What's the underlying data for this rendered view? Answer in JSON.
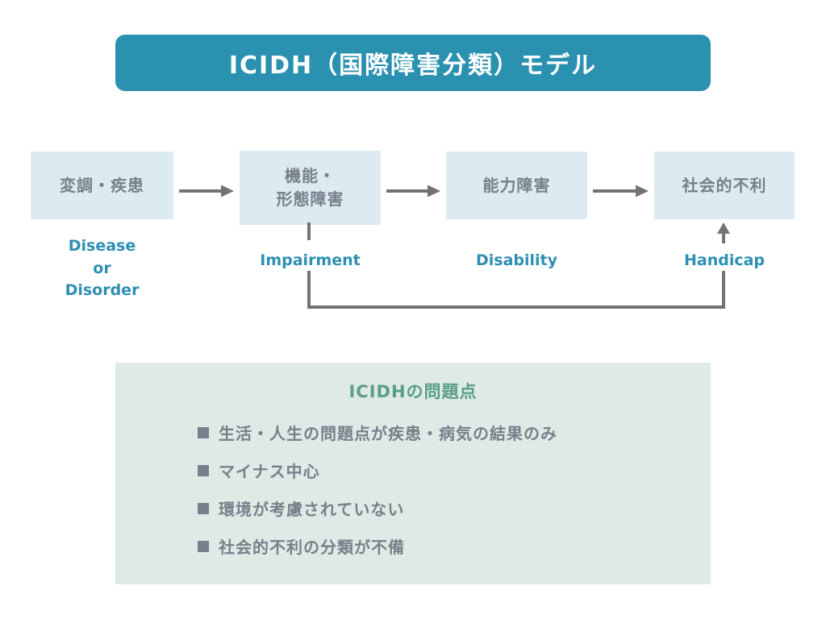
{
  "header": {
    "title": "ICIDH（国際障害分類）モデル",
    "bg_color": "#2b91b0",
    "text_color": "#ffffff"
  },
  "flow": {
    "box_fill": "#dceaf1",
    "box_text_color": "#77808a",
    "eng_label_color": "#2e8fb3",
    "arrow_color": "#737373",
    "boxes": [
      {
        "jp": "変調・疾患",
        "en": "Disease\nor\nDisorder"
      },
      {
        "jp": "機能・\n形態障害",
        "en": "Impairment"
      },
      {
        "jp": "能力障害",
        "en": "Disability"
      },
      {
        "jp": "社会的不利",
        "en": "Handicap"
      }
    ],
    "arrow_icons": [
      "arrow-right-icon",
      "arrow-right-icon",
      "arrow-right-icon"
    ],
    "feedback_arrow_icon": "feedback-arrow-up-icon"
  },
  "issues": {
    "bg_color": "#dfe9e5",
    "title": "ICIDHの問題点",
    "title_color": "#5a9e86",
    "text_color": "#77808a",
    "marker_icon": "filled-square-bullet-icon",
    "items": [
      "生活・人生の問題点が疾患・病気の結果のみ",
      "マイナス中心",
      "環境が考慮されていない",
      "社会的不利の分類が不備"
    ]
  }
}
